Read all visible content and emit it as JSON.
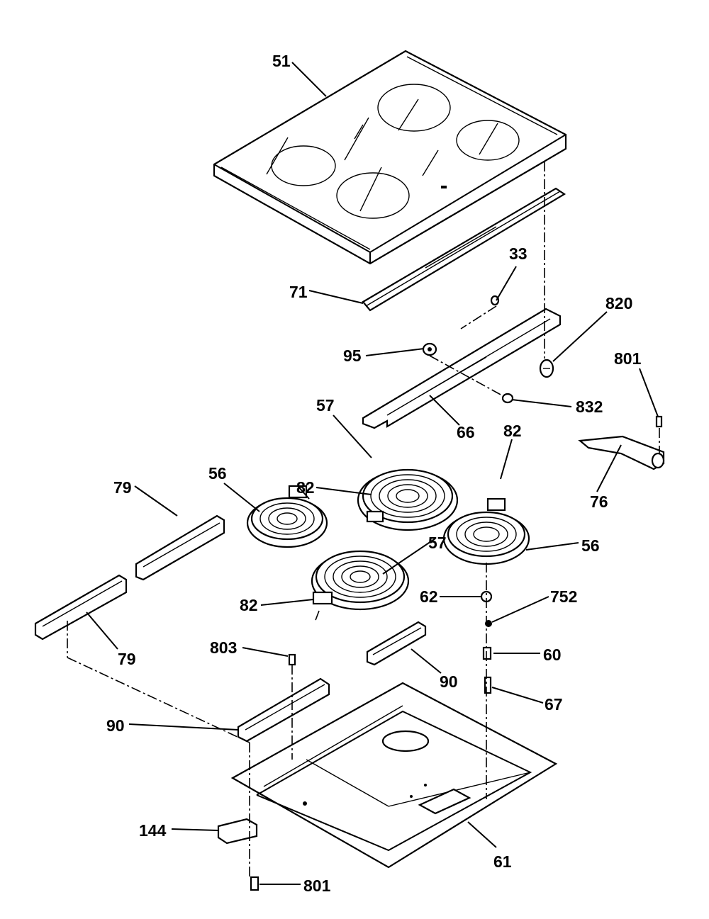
{
  "diagram": {
    "labels": {
      "p51": "51",
      "p33": "33",
      "p71": "71",
      "p820": "820",
      "p95": "95",
      "p801_top": "801",
      "p57_top": "57",
      "p832": "832",
      "p66": "66",
      "p82_right": "82",
      "p56_left": "56",
      "p82_top": "82",
      "p76": "76",
      "p79_top": "79",
      "p57_bottom": "57",
      "p56_right": "56",
      "p82_left": "82",
      "p62": "62",
      "p752": "752",
      "p79_bottom": "79",
      "p803": "803",
      "p60": "60",
      "p90_right": "90",
      "p67": "67",
      "p90_left": "90",
      "p144": "144",
      "p61": "61",
      "p801_bottom": "801"
    }
  }
}
